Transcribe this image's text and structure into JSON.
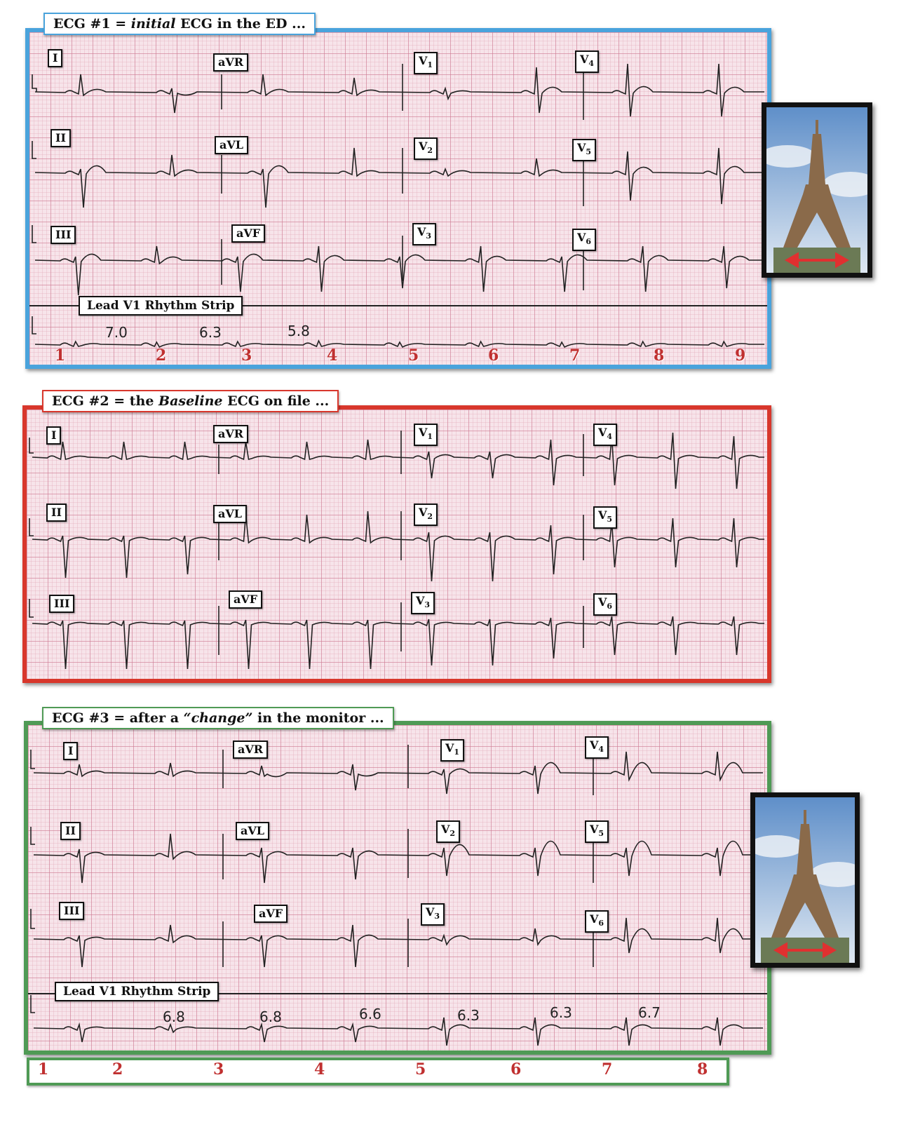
{
  "ecg1": {
    "title_prefix": "ECG #1 = ",
    "title_emph": "initial",
    "title_suffix": " ECG in the ED ...",
    "leads": [
      "I",
      "aVR",
      "V",
      "1",
      "V",
      "4",
      "II",
      "aVL",
      "V",
      "2",
      "V",
      "5",
      "III",
      "aVF",
      "V",
      "3",
      "V",
      "6"
    ],
    "strip_label": "Lead V1 Rhythm Strip",
    "measurements": [
      "7.0",
      "6.3",
      "5.8"
    ],
    "beats": [
      "1",
      "2",
      "3",
      "4",
      "5",
      "6",
      "7",
      "8",
      "9"
    ]
  },
  "ecg2": {
    "title_prefix": "ECG #2 = the ",
    "title_emph": "Baseline",
    "title_suffix": " ECG on file ...",
    "leads": [
      "I",
      "aVR",
      "V",
      "1",
      "V",
      "4",
      "II",
      "aVL",
      "V",
      "2",
      "V",
      "5",
      "III",
      "aVF",
      "V",
      "3",
      "V",
      "6"
    ]
  },
  "ecg3": {
    "title_prefix": "ECG #3 = after a ",
    "title_emph": "“change”",
    "title_suffix": " in the monitor ...",
    "leads": [
      "I",
      "aVR",
      "V",
      "1",
      "V",
      "4",
      "II",
      "aVL",
      "V",
      "2",
      "V",
      "5",
      "III",
      "aVF",
      "V",
      "3",
      "V",
      "6"
    ],
    "strip_label": "Lead V1 Rhythm Strip",
    "measurements": [
      "6.8",
      "6.8",
      "6.6",
      "6.3",
      "6.3",
      "6.7"
    ],
    "beats": [
      "1",
      "2",
      "3",
      "4",
      "5",
      "6",
      "7",
      "8"
    ]
  },
  "colors": {
    "ecg1_border": "#4aa3dc",
    "ecg2_border": "#d8372c",
    "ecg3_border": "#4f9a55",
    "beat_number": "#c03030"
  },
  "icons": {
    "photo": "eiffel-tower-photo",
    "arrow": "double-headed-arrow-icon"
  }
}
